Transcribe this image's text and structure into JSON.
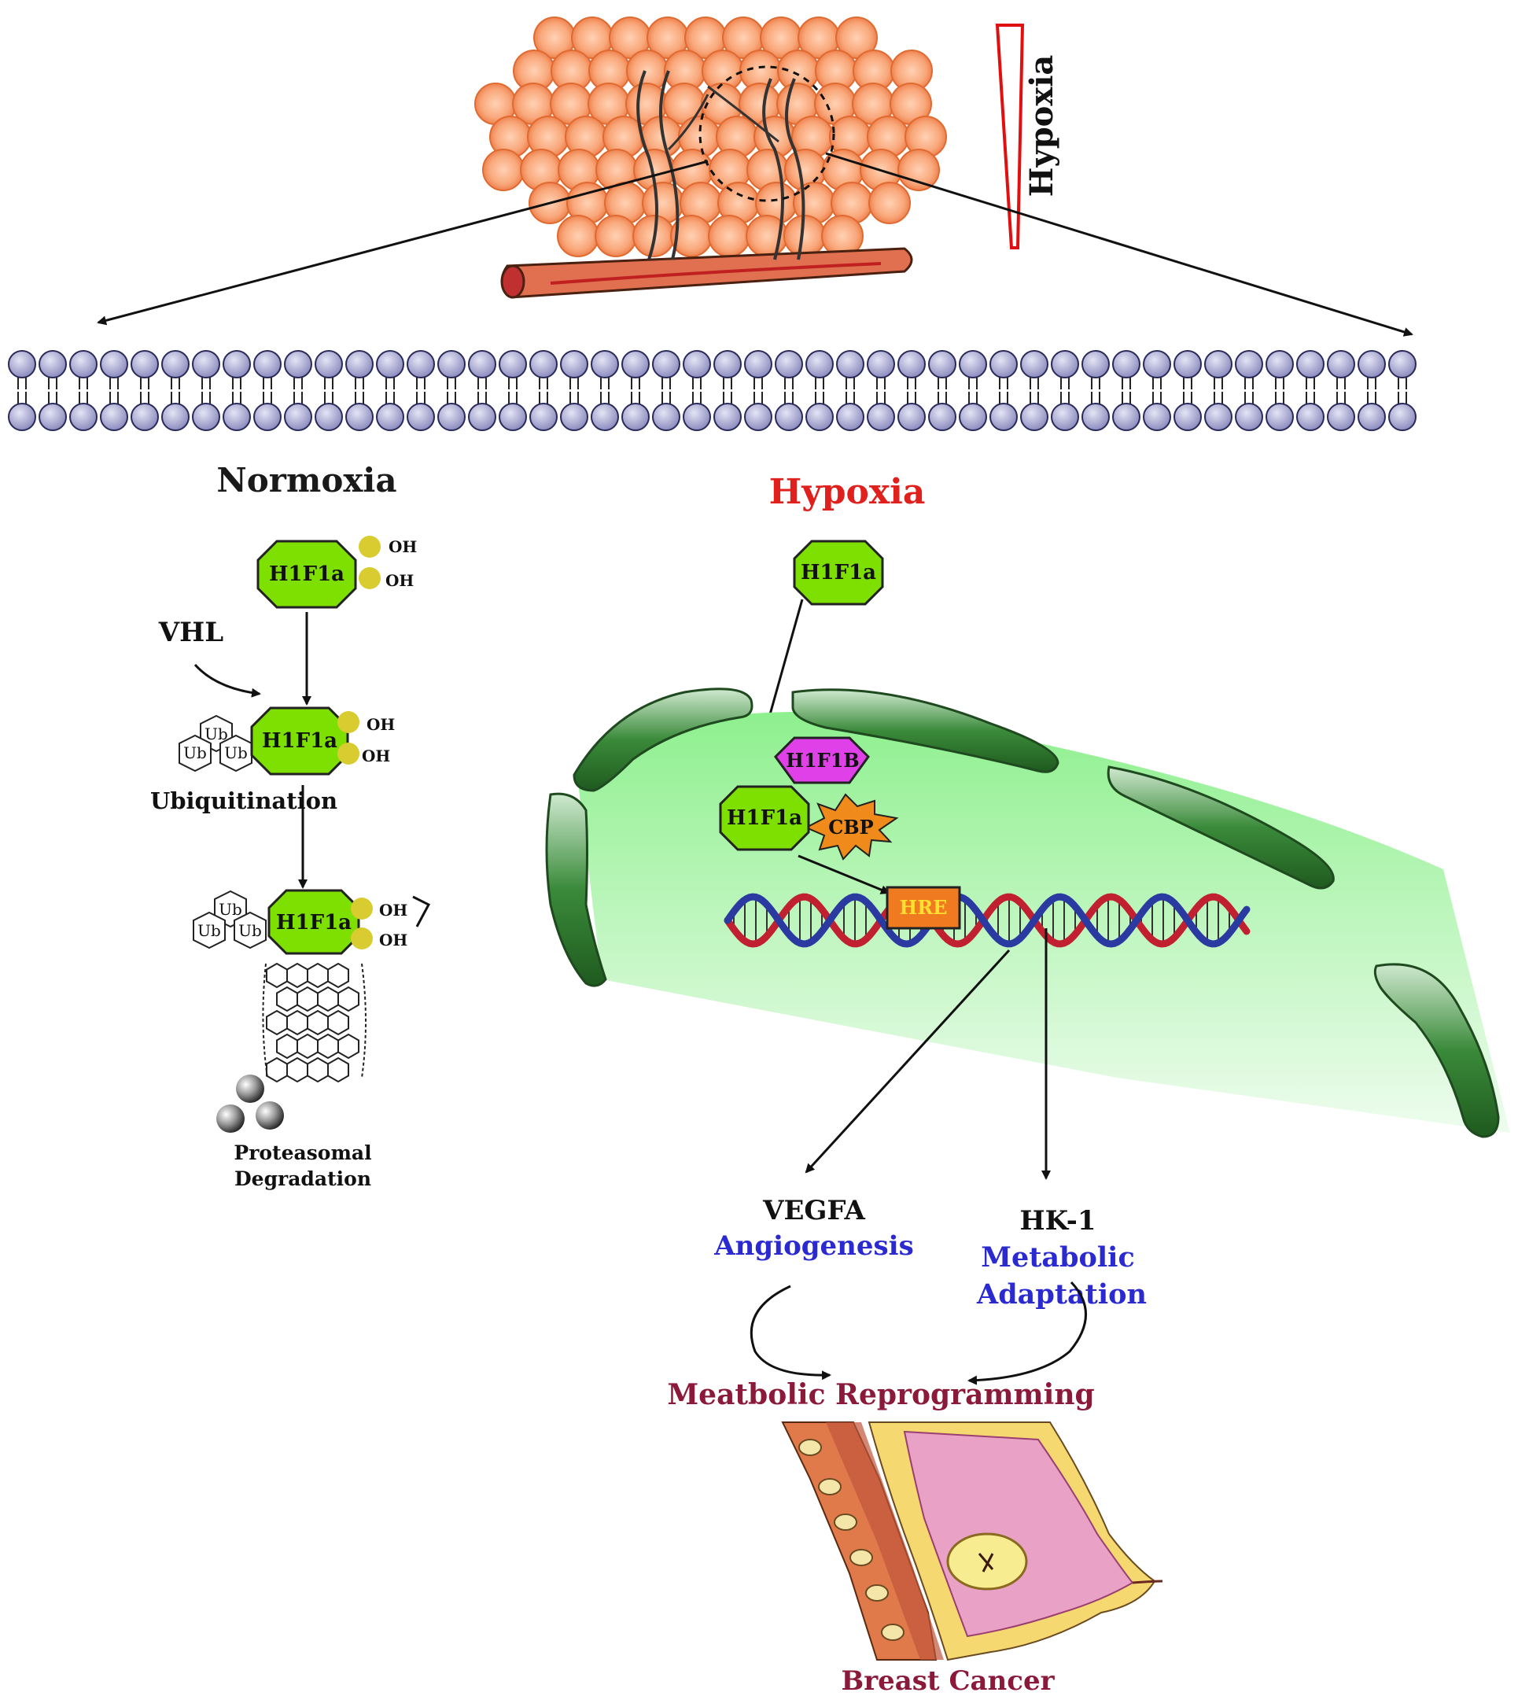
{
  "tumor_label": "Hypoxia",
  "normoxia": {
    "title": "Normoxia",
    "protein": "H1F1a",
    "hydroxyl": "OH",
    "vhl": "VHL",
    "ubiquitin": "Ub",
    "ubiquitination": "Ubiquitination",
    "degradation_line1": "Proteasomal",
    "degradation_line2": "Degradation"
  },
  "hypoxia": {
    "title": "Hypoxia",
    "protein": "H1F1a",
    "partner": "H1F1B",
    "coactivator": "CBP",
    "element": "HRE",
    "gene1": "VEGFA",
    "process1": "Angiogenesis",
    "gene2": "HK-1",
    "process2_line1": "Metabolic",
    "process2_line2": "Adaptation",
    "outcome": "Meatbolic Reprogramming",
    "disease": "Breast Cancer"
  },
  "colors": {
    "title_red": "#e0201c",
    "blue_text": "#2a2ad0",
    "maroon_text": "#8b1a3a",
    "protein_green": "#7ee000",
    "hydroxyl_yellow": "#d8cc30",
    "partner_magenta": "#e040e8",
    "cbp_orange": "#f08a1a",
    "nucleus_green": "#b8f5b8",
    "membrane_purple": "#9a9ac8",
    "tumor_orange": "#f5a878"
  }
}
